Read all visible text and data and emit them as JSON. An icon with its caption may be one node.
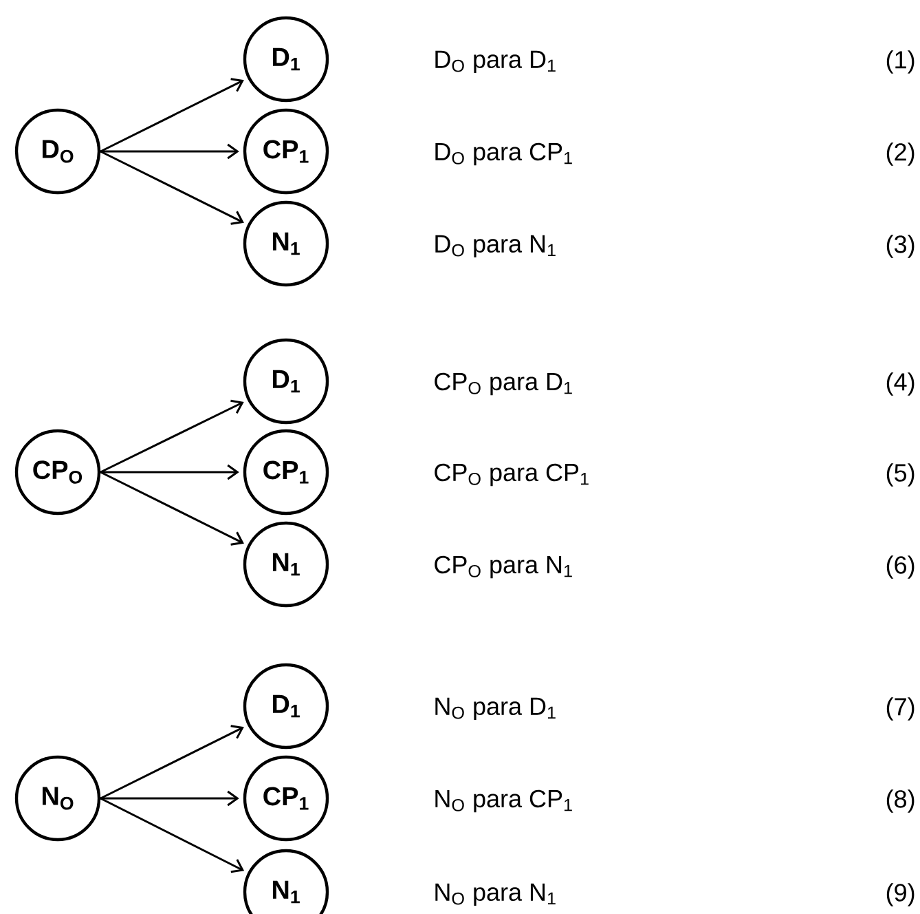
{
  "diagram": {
    "nodes": [
      {
        "text": [
          "D$_{O}$"
        ]
      },
      {
        "text": [
          "D$_{1}$"
        ]
      },
      {
        "text": [
          "CP$_{1}$"
        ]
      },
      {
        "text": [
          "N$_{1}$"
        ]
      },
      {
        "text": [
          "CP$_{O}$"
        ]
      },
      {
        "text": [
          "D$_{1}$"
        ]
      },
      {
        "text": [
          "CP$_{1}$"
        ]
      },
      {
        "text": [
          "N$_{1}$"
        ]
      },
      {
        "text": [
          "N$_{O}$"
        ]
      },
      {
        "text": [
          "D$_{1}$"
        ]
      },
      {
        "text": [
          "CP$_{1}$"
        ]
      },
      {
        "text": [
          "N$_{1}$"
        ]
      }
    ],
    "edges": [
      {
        "from": 0,
        "to": 1,
        "arrow": "to"
      },
      {
        "from": 0,
        "to": 2,
        "arrow": "to"
      },
      {
        "from": 0,
        "to": 3,
        "arrow": "to"
      },
      {
        "from": 4,
        "to": 5,
        "arrow": "to"
      },
      {
        "from": 4,
        "to": 6,
        "arrow": "to"
      },
      {
        "from": 4,
        "to": 7,
        "arrow": "to"
      },
      {
        "from": 8,
        "to": 9,
        "arrow": "to"
      },
      {
        "from": 8,
        "to": 10,
        "arrow": "to"
      },
      {
        "from": 8,
        "to": 11,
        "arrow": "to"
      }
    ],
    "labels": [
      "D$_{O}$ para D$_{1}$",
      "(1)",
      "D$_{O}$ para CP$_{1}$",
      "(2)",
      "D$_{O}$ para N$_{1}$",
      "(3)",
      "CP$_{O}$ para D$_{1}$",
      "(4)",
      "CP$_{O}$ para CP$_{1}$",
      "(5)",
      "CP$_{O}$ para N$_{1}$",
      "(6)",
      "N$_{O}$ para D$_{1}$",
      "(7)",
      "N$_{O}$ para CP$_{1}$",
      "(8)",
      "N$_{O}$ para N$_{1}$",
      "(9)"
    ]
  }
}
